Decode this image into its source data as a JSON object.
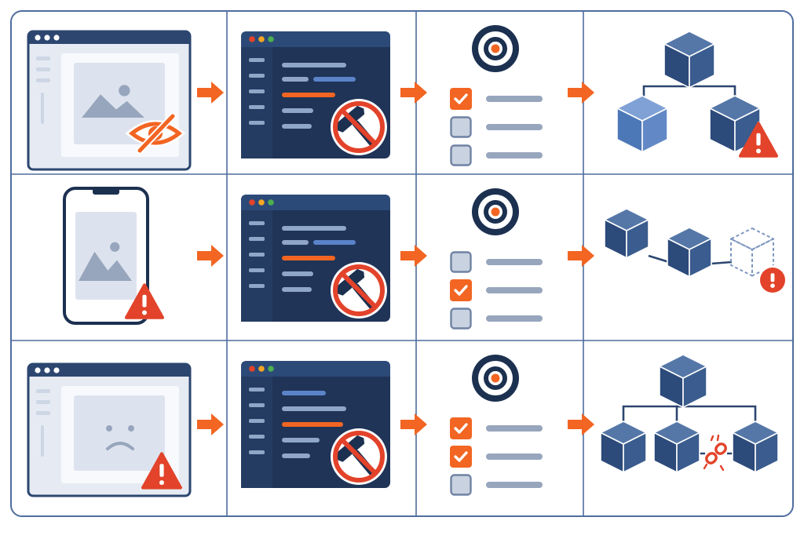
{
  "colors": {
    "navy": "#2c4670",
    "navy_dark": "#1c3050",
    "editor_bg": "#1f3457",
    "editor_gutter": "#253c62",
    "cube_top": "#5577a8",
    "cube_left": "#2c4a7a",
    "cube_right": "#3a5c8e",
    "cube_light_top": "#7fa1d6",
    "cube_light_left": "#4d78b8",
    "cube_light_right": "#6289c6",
    "orange": "#f26522",
    "red": "#e2432a",
    "frame": "#4f6d9e",
    "window_bg": "#e6ebf3",
    "placeholder": "#c4cddd",
    "gray_line": "#97a6bd",
    "code_line": "#5b83c9",
    "code_line_light": "#8fa6c8"
  },
  "rows": [
    {
      "name": "row-1",
      "source": {
        "kind": "browser",
        "overlay": "eye-slash"
      },
      "checklist": [
        true,
        false,
        false
      ],
      "graph": {
        "kind": "tree-warning"
      }
    },
    {
      "name": "row-2",
      "source": {
        "kind": "phone",
        "overlay": "warning"
      },
      "checklist": [
        false,
        true,
        false
      ],
      "graph": {
        "kind": "chain-missing"
      }
    },
    {
      "name": "row-3",
      "source": {
        "kind": "browser-sad",
        "overlay": "warning"
      },
      "checklist": [
        true,
        true,
        false
      ],
      "graph": {
        "kind": "tree-broken-link"
      }
    }
  ],
  "icons": {
    "source_overlay_row1": "eye-slash-icon",
    "warning": "warning-triangle-icon",
    "no_build": "prohibited-hammer-icon",
    "target": "target-icon",
    "checkbox": "checkbox-icon",
    "alert": "alert-circle-icon",
    "broken_link": "broken-link-icon",
    "arrow": "arrow-right-icon",
    "cube": "cube-icon"
  }
}
